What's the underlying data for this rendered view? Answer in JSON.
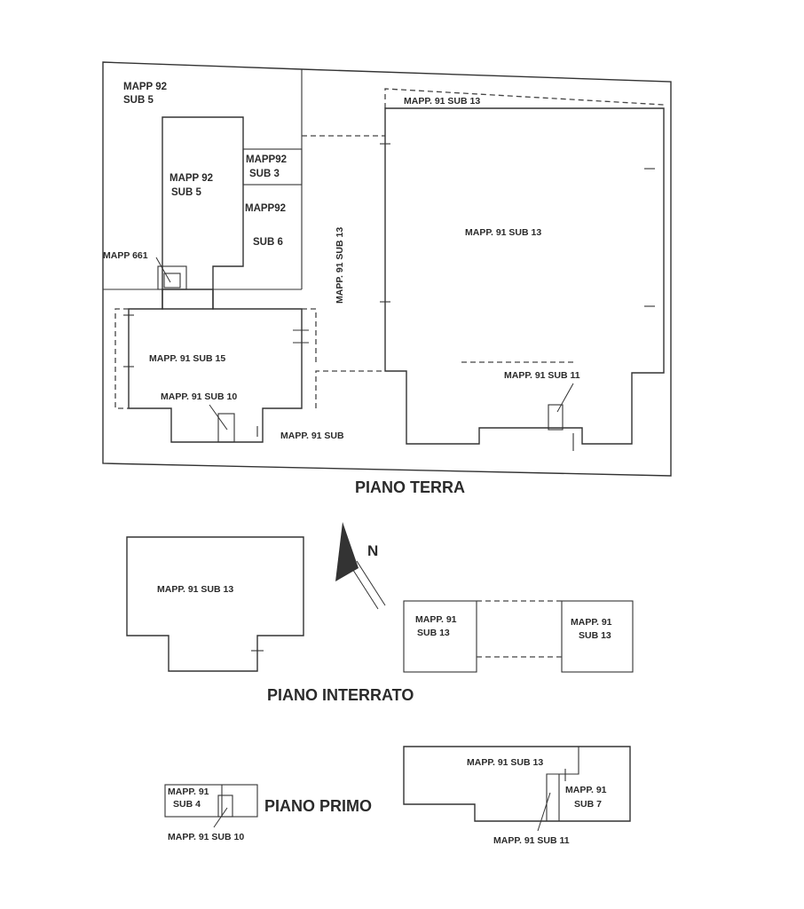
{
  "ground_floor": {
    "title": "PIANO TERRA",
    "labels": {
      "mapp92_sub5_top_line1": "MAPP 92",
      "mapp92_sub5_top_line2": "SUB 5",
      "mapp92_sub5_inner_line1": "MAPP 92",
      "mapp92_sub5_inner_line2": "SUB 5",
      "mapp92_sub3_line1": "MAPP92",
      "mapp92_sub3_line2": "SUB 3",
      "mapp92_sub6_line1": "MAPP92",
      "mapp92_sub6_line2": "SUB 6",
      "mapp661": "MAPP 661",
      "corridor_vertical": "MAPP. 91 SUB 13",
      "top_strip": "MAPP. 91 SUB 13",
      "large_room": "MAPP. 91 SUB 13",
      "sub15": "MAPP. 91 SUB 15",
      "sub10": "MAPP. 91 SUB 10",
      "sub_bottom": "MAPP. 91 SUB",
      "sub11": "MAPP. 91 SUB 11"
    }
  },
  "compass": {
    "label": "N"
  },
  "basement": {
    "title": "PIANO INTERRATO",
    "labels": {
      "left_room": "MAPP. 91 SUB 13",
      "right_a_line1": "MAPP. 91",
      "right_a_line2": "SUB 13",
      "right_b_line1": "MAPP. 91",
      "right_b_line2": "SUB 13"
    }
  },
  "first_floor": {
    "title": "PIANO PRIMO",
    "labels": {
      "sub4_line1": "MAPP. 91",
      "sub4_line2": "SUB 4",
      "sub10": "MAPP. 91 SUB 10",
      "sub13": "MAPP. 91 SUB 13",
      "sub7_line1": "MAPP. 91",
      "sub7_line2": "SUB 7",
      "sub11": "MAPP. 91 SUB 11"
    }
  }
}
